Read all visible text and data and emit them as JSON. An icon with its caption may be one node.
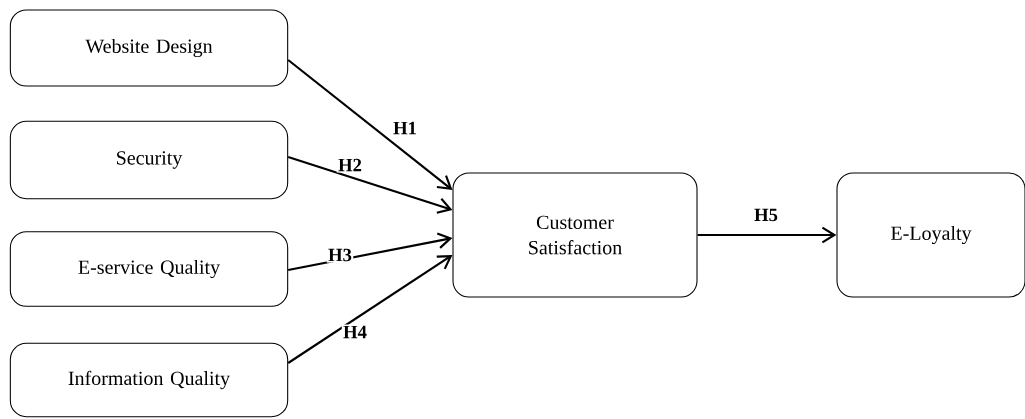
{
  "diagram": {
    "nodes": [
      {
        "text": [
          "Website Design"
        ]
      },
      {
        "text": [
          "Security"
        ]
      },
      {
        "text": [
          "E-service Quality"
        ]
      },
      {
        "text": [
          "Information Quality"
        ]
      },
      {
        "text": [
          "Customer Satisfaction"
        ]
      },
      {
        "text": [
          "E-Loyalty"
        ]
      }
    ],
    "edges": [
      {
        "from": 0,
        "to": 4,
        "arrow": "to",
        "label": "H1"
      },
      {
        "from": 1,
        "to": 4,
        "arrow": "to",
        "label": "H2"
      },
      {
        "from": 2,
        "to": 4,
        "arrow": "to",
        "label": "H3"
      },
      {
        "from": 3,
        "to": 4,
        "arrow": "to",
        "label": "H4"
      },
      {
        "from": 4,
        "to": 5,
        "arrow": "to",
        "label": "H5"
      }
    ]
  }
}
